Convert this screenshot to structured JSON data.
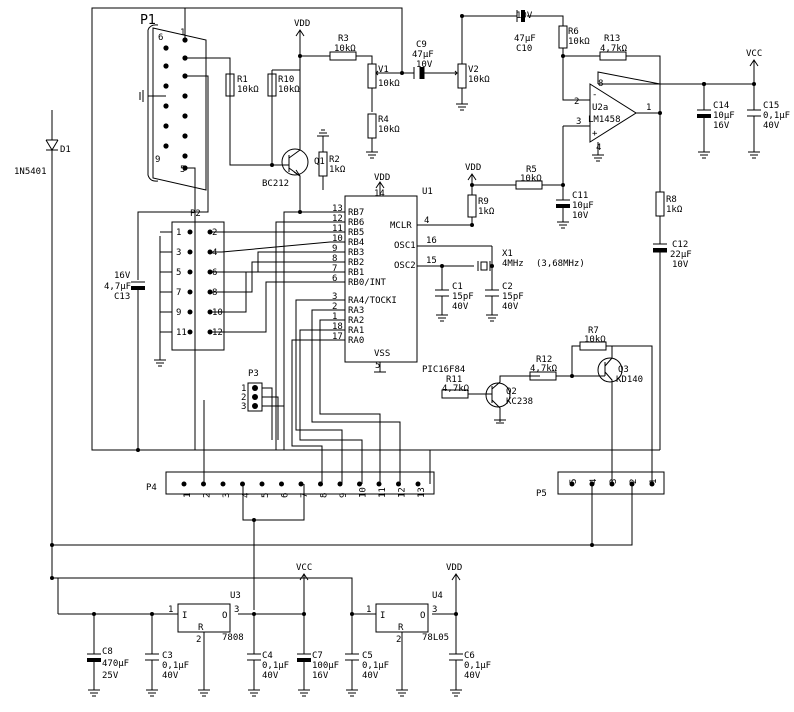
{
  "connector_p1": {
    "name": "P1",
    "pin_1": "1",
    "pin_5": "5",
    "pin_6": "6",
    "pin_9": "9"
  },
  "resistors": {
    "r1": {
      "name": "R1",
      "value": "10kΩ"
    },
    "r10": {
      "name": "R10",
      "value": "10kΩ"
    },
    "r3": {
      "name": "R3",
      "value": "10kΩ"
    },
    "r4": {
      "name": "R4",
      "value": "10kΩ"
    },
    "r2": {
      "name": "R2",
      "value": "1kΩ"
    },
    "r5": {
      "name": "R5",
      "value": "10kΩ"
    },
    "r9": {
      "name": "R9",
      "value": "1kΩ"
    },
    "r6": {
      "name": "R6",
      "value": "10kΩ"
    },
    "r13": {
      "name": "R13",
      "value": "4,7kΩ"
    },
    "r8": {
      "name": "R8",
      "value": "1kΩ"
    },
    "r7": {
      "name": "R7",
      "value": "10kΩ"
    },
    "r12": {
      "name": "R12",
      "value": "4,7kΩ"
    },
    "r11": {
      "name": "R11",
      "value": "4,7kΩ"
    }
  },
  "pots": {
    "v1": {
      "name": "V1",
      "value": "10kΩ"
    },
    "v2": {
      "name": "V2",
      "value": "10kΩ"
    }
  },
  "capacitors": {
    "c9": {
      "name": "C9",
      "value": "47μF",
      "voltage": "10V"
    },
    "c10": {
      "name": "C10",
      "value": "47μF",
      "voltage": "10V"
    },
    "c11": {
      "name": "C11",
      "value": "10μF",
      "voltage": "10V"
    },
    "c1": {
      "name": "C1",
      "value": "15pF",
      "voltage": "40V"
    },
    "c2": {
      "name": "C2",
      "value": "15pF",
      "voltage": "40V"
    },
    "c12": {
      "name": "C12",
      "value": "22μF",
      "voltage": "10V"
    },
    "c13": {
      "name": "C13",
      "value": "4,7μF",
      "voltage": "16V"
    },
    "c14": {
      "name": "C14",
      "value": "10μF",
      "voltage": "16V"
    },
    "c15": {
      "name": "C15",
      "value": "0,1μF",
      "voltage": "40V"
    },
    "c8": {
      "name": "C8",
      "value": "470μF",
      "voltage": "25V"
    },
    "c3": {
      "name": "C3",
      "value": "0,1μF",
      "voltage": "40V"
    },
    "c4": {
      "name": "C4",
      "value": "0,1μF",
      "voltage": "40V"
    },
    "c7": {
      "name": "C7",
      "value": "100μF",
      "voltage": "16V"
    },
    "c5": {
      "name": "C5",
      "value": "0,1μF",
      "voltage": "40V"
    },
    "c6": {
      "name": "C6",
      "value": "0,1μF",
      "voltage": "40V"
    }
  },
  "supplies": {
    "vdd": "VDD",
    "vcc": "VCC"
  },
  "diode": {
    "name": "D1",
    "part": "1N5401"
  },
  "transistors": {
    "q1": {
      "name": "Q1",
      "part": "BC212"
    },
    "q2": {
      "name": "Q2",
      "part": "KC238"
    },
    "q3": {
      "name": "Q3",
      "part": "KD140"
    }
  },
  "opamp": {
    "name": "U2a",
    "part": "LM1458",
    "pin_in_minus": "2",
    "pin_in_plus": "3",
    "pin_out": "1",
    "pin_vcc": "8",
    "pin_gnd": "4"
  },
  "mcu": {
    "name": "U1",
    "part": "PIC16F84",
    "vdd": "VDD",
    "vss": "VSS",
    "vdd_pin": "14",
    "vss_pin": "5",
    "mclr": "MCLR",
    "mclr_pin": "4",
    "osc1": "OSC1",
    "osc1_pin": "16",
    "osc2": "OSC2",
    "osc2_pin": "15",
    "pins_left": [
      {
        "num": "13",
        "name": "RB7"
      },
      {
        "num": "12",
        "name": "RB6"
      },
      {
        "num": "11",
        "name": "RB5"
      },
      {
        "num": "10",
        "name": "RB4"
      },
      {
        "num": "9",
        "name": "RB3"
      },
      {
        "num": "8",
        "name": "RB2"
      },
      {
        "num": "7",
        "name": "RB1"
      },
      {
        "num": "6",
        "name": "RB0/INT"
      },
      {
        "num": "3",
        "name": "RA4/TOCKI"
      },
      {
        "num": "2",
        "name": "RA3"
      },
      {
        "num": "1",
        "name": "RA2"
      },
      {
        "num": "18",
        "name": "RA1"
      },
      {
        "num": "17",
        "name": "RA0"
      }
    ]
  },
  "crystal": {
    "name": "X1",
    "value": "4MHz",
    "note": "(3,68MHz)"
  },
  "connector_p2": {
    "name": "P2",
    "pins": [
      "1",
      "2",
      "3",
      "4",
      "5",
      "6",
      "7",
      "8",
      "9",
      "10",
      "11",
      "12"
    ]
  },
  "connector_p3": {
    "name": "P3",
    "pins": [
      "1",
      "2",
      "3"
    ]
  },
  "connector_p4": {
    "name": "P4",
    "pins": [
      "1",
      "2",
      "3",
      "4",
      "5",
      "6",
      "7",
      "8",
      "9",
      "10",
      "11",
      "12",
      "13"
    ]
  },
  "connector_p5": {
    "name": "P5",
    "pins": [
      "5",
      "4",
      "3",
      "2",
      "1"
    ]
  },
  "regulators": {
    "u3": {
      "name": "U3",
      "part": "7808",
      "i": "I",
      "o": "O",
      "r": "R",
      "pin_in": "1",
      "pin_out": "3",
      "pin_ref": "2"
    },
    "u4": {
      "name": "U4",
      "part": "78L05",
      "i": "I",
      "o": "O",
      "r": "R",
      "pin_in": "1",
      "pin_out": "3",
      "pin_ref": "2"
    }
  }
}
